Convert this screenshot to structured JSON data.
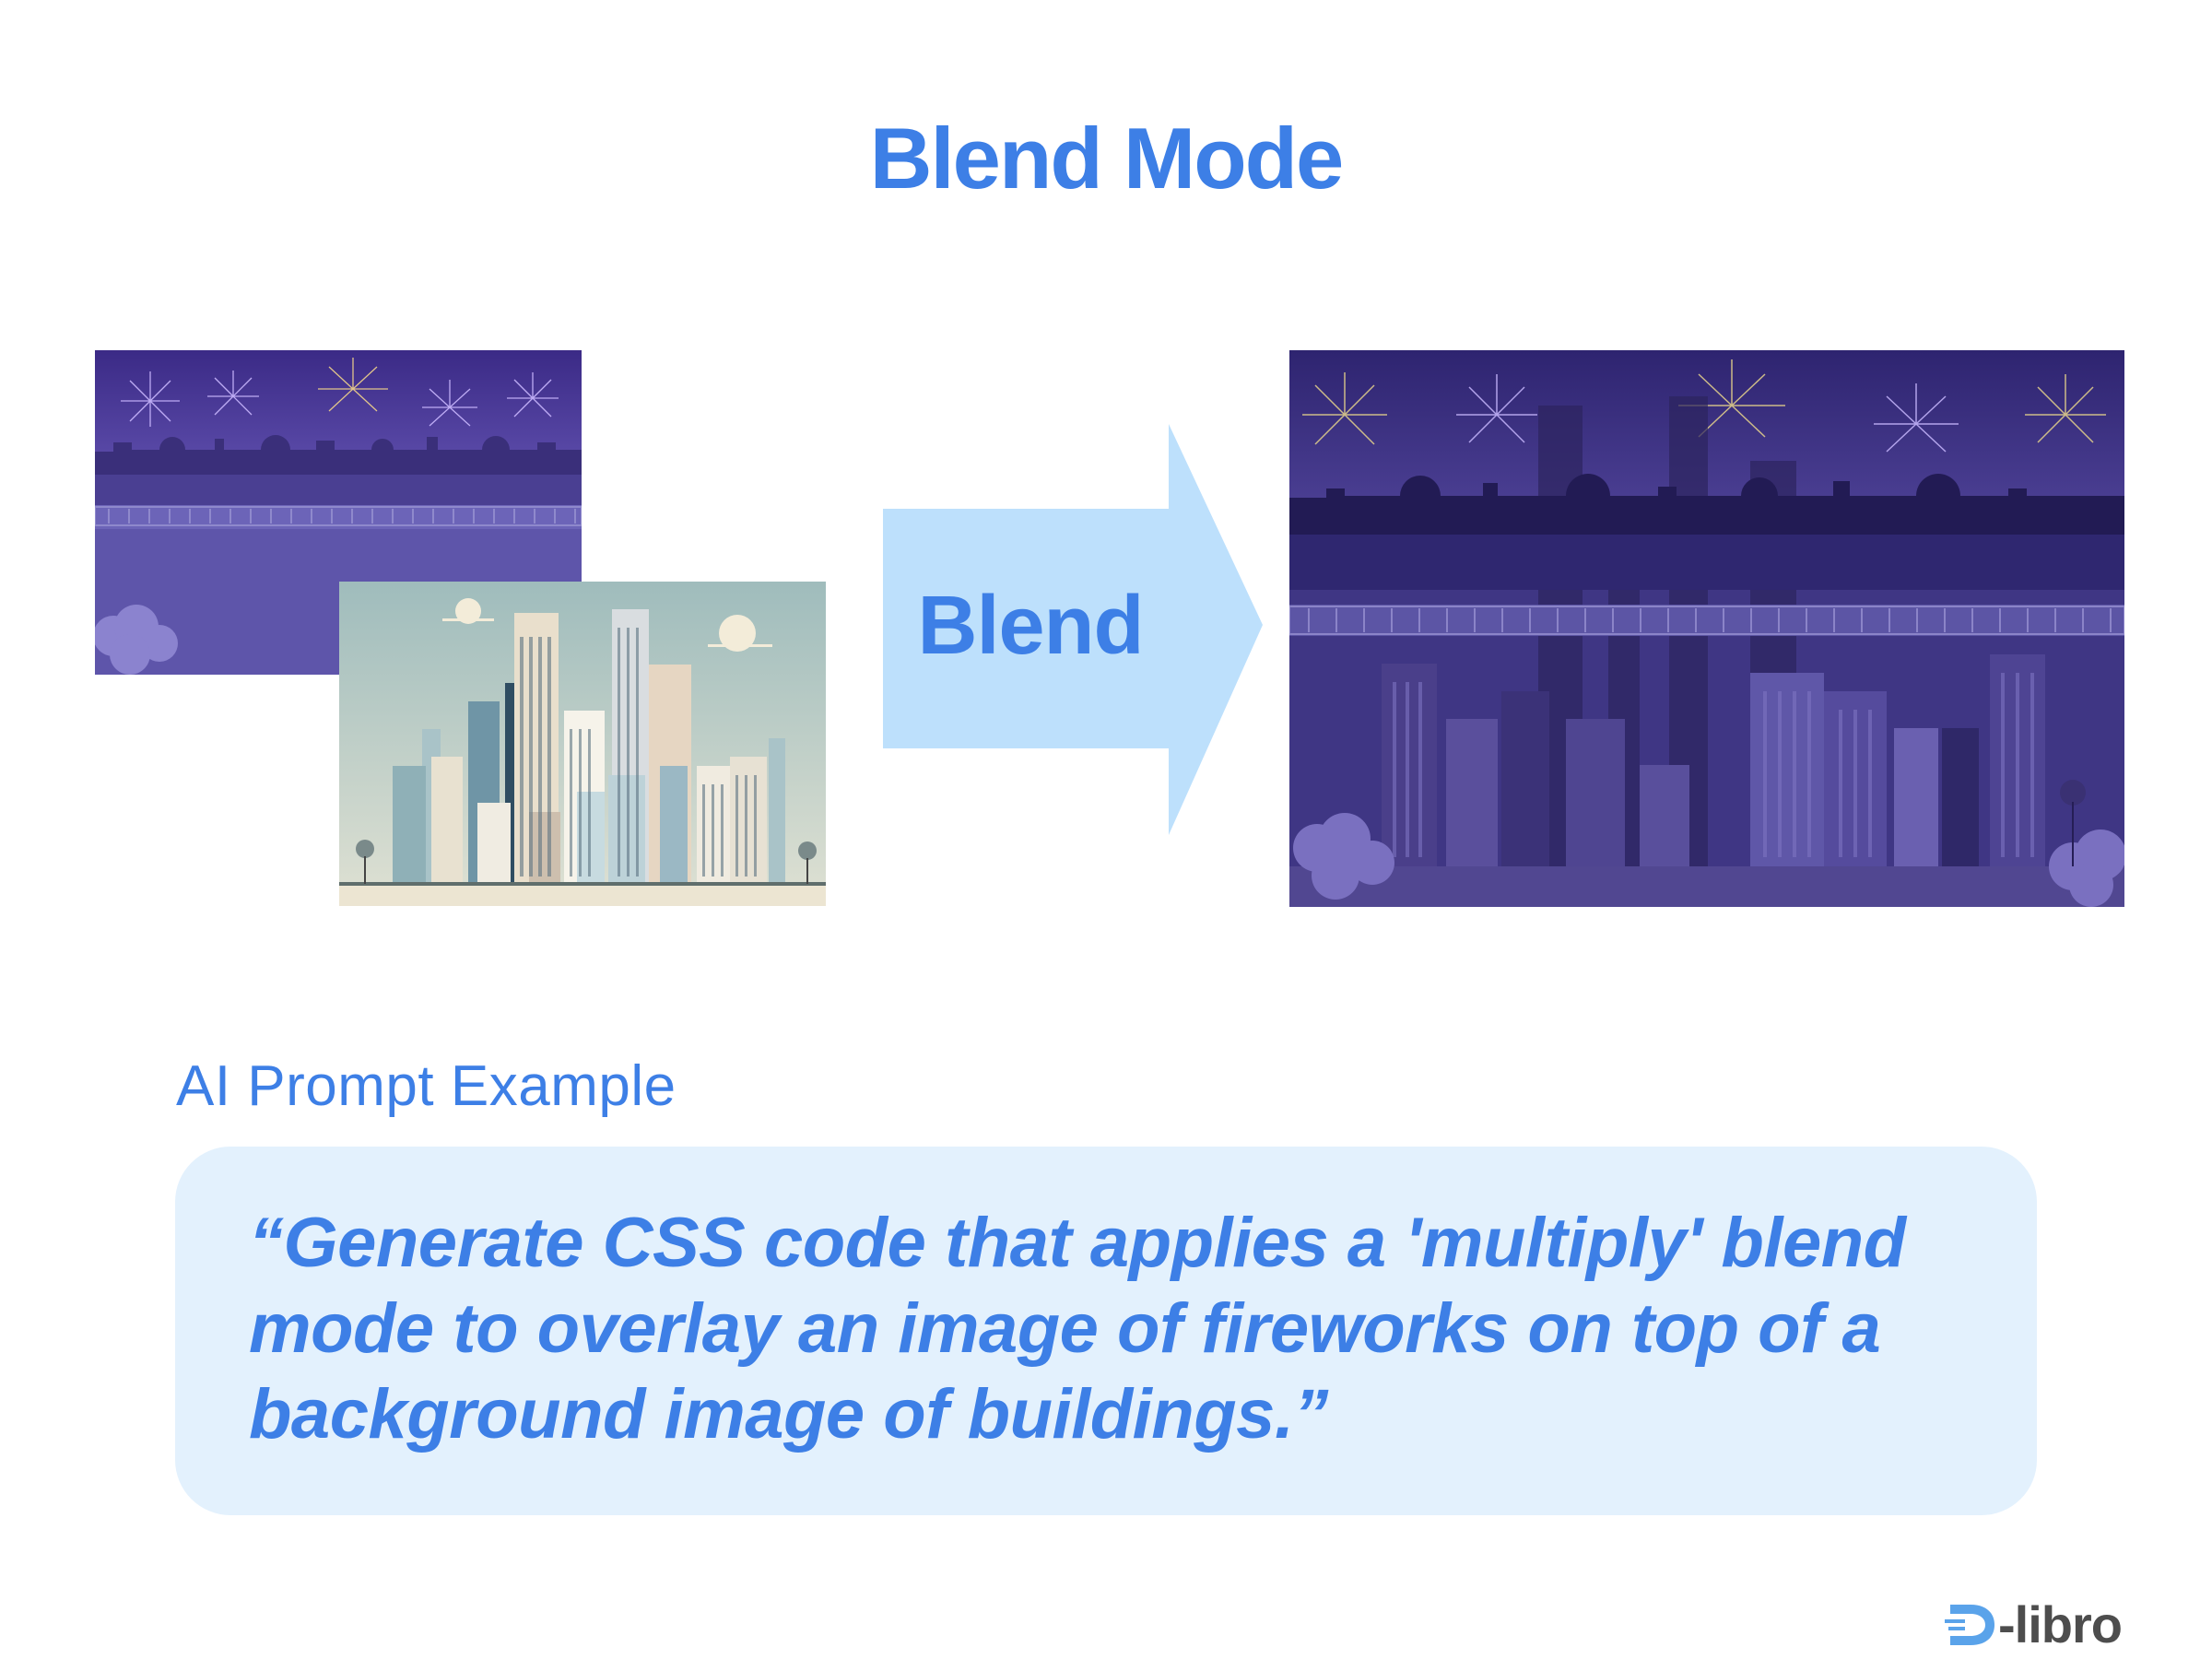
{
  "title": "Blend Mode",
  "arrow": {
    "label": "Blend"
  },
  "prompt": {
    "heading": "AI Prompt Example",
    "text": "“Generate CSS code that applies a 'multiply' blend mode to overlay an image of fireworks on top of a background image of buildings.”"
  },
  "logo": {
    "text": "-libro"
  },
  "colors": {
    "accent": "#3d7fe6",
    "arrow_fill": "#bde0fc",
    "prompt_box_bg": "#e3f1fd",
    "night_purple": "#5e55aa",
    "sky_pale": "#a9c3c3"
  },
  "images": {
    "fireworks": "fireworks-night-illustration",
    "buildings": "city-buildings-illustration",
    "result": "blended-city-fireworks-illustration"
  }
}
